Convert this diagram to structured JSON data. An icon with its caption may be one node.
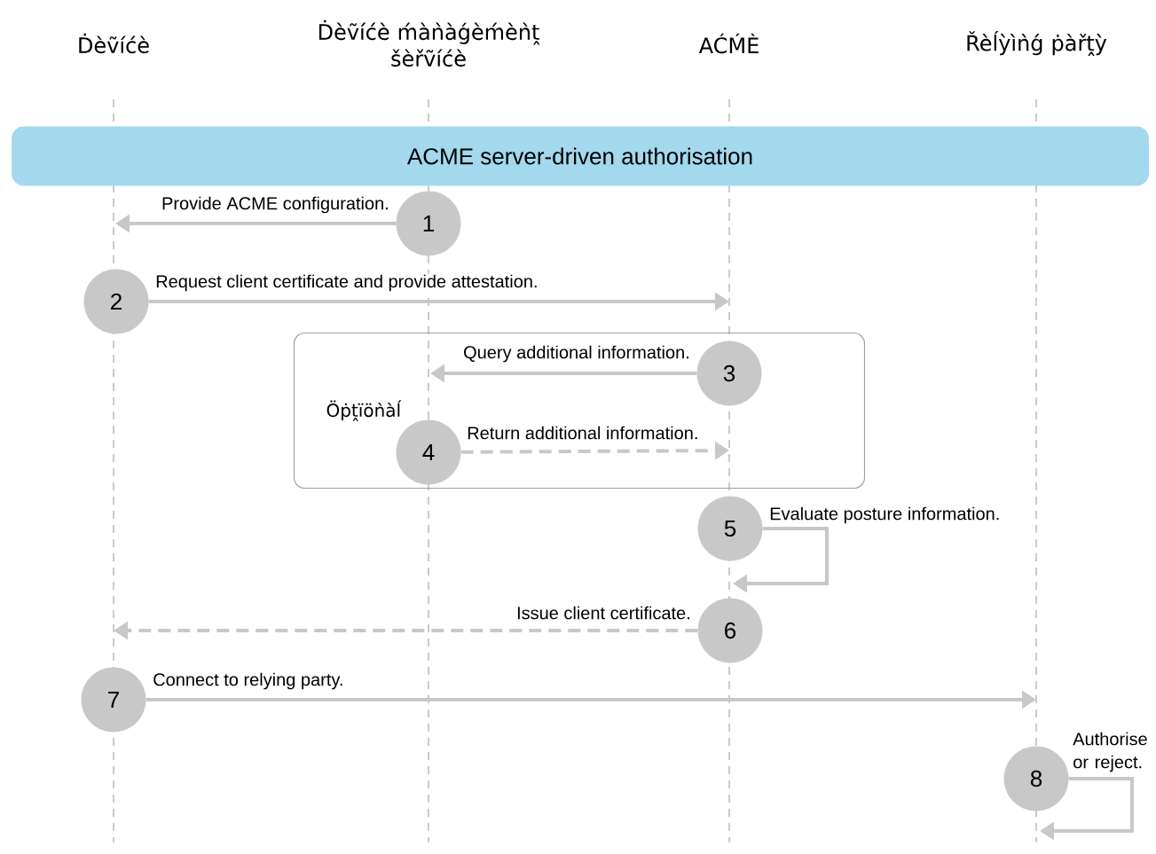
{
  "diagram": {
    "nodes": [
      {
        "text": [
          "ACME server-driven authorisation"
        ]
      },
      {
        "text": [
          "Öṗṱïöǹàĺ"
        ]
      },
      {
        "text": [
          "1"
        ]
      },
      {
        "text": [
          "2"
        ]
      },
      {
        "text": [
          "3"
        ],
        "in": 1
      },
      {
        "text": [
          "4"
        ],
        "in": 1
      },
      {
        "text": [
          "5"
        ]
      },
      {
        "text": [
          "6"
        ]
      },
      {
        "text": [
          "7"
        ]
      },
      {
        "text": [
          "8"
        ]
      }
    ],
    "edges": [
      {
        "from": 2,
        "to": null,
        "arrow": "to",
        "label": "Provide ACME configuration."
      },
      {
        "from": 3,
        "to": null,
        "arrow": "to",
        "label": "Request client certificate and provide attestation."
      },
      {
        "from": 4,
        "to": null,
        "arrow": "to",
        "label": "Query additional information."
      },
      {
        "from": 5,
        "to": null,
        "arrow": "to",
        "label": "Return additional information.",
        "style": "dashed"
      },
      {
        "from": 6,
        "to": 7,
        "arrow": "to",
        "label": "Evaluate posture information."
      },
      {
        "from": 7,
        "to": null,
        "arrow": "to",
        "label": "Issue client certificate.",
        "style": "dashed"
      },
      {
        "from": 8,
        "to": null,
        "arrow": "to",
        "label": "Connect to relying party."
      },
      {
        "from": 9,
        "to": null,
        "arrow": "to",
        "label": "Authorise or reject."
      }
    ],
    "labels": [
      "Ḋèṽíćè",
      "Ḋèṽíćè ḿàǹàǵèḿèǹṱ šèřṽíćè",
      "AĆḾÈ",
      "Řèĺỳìǹǵ ṗàřṱỳ"
    ]
  }
}
